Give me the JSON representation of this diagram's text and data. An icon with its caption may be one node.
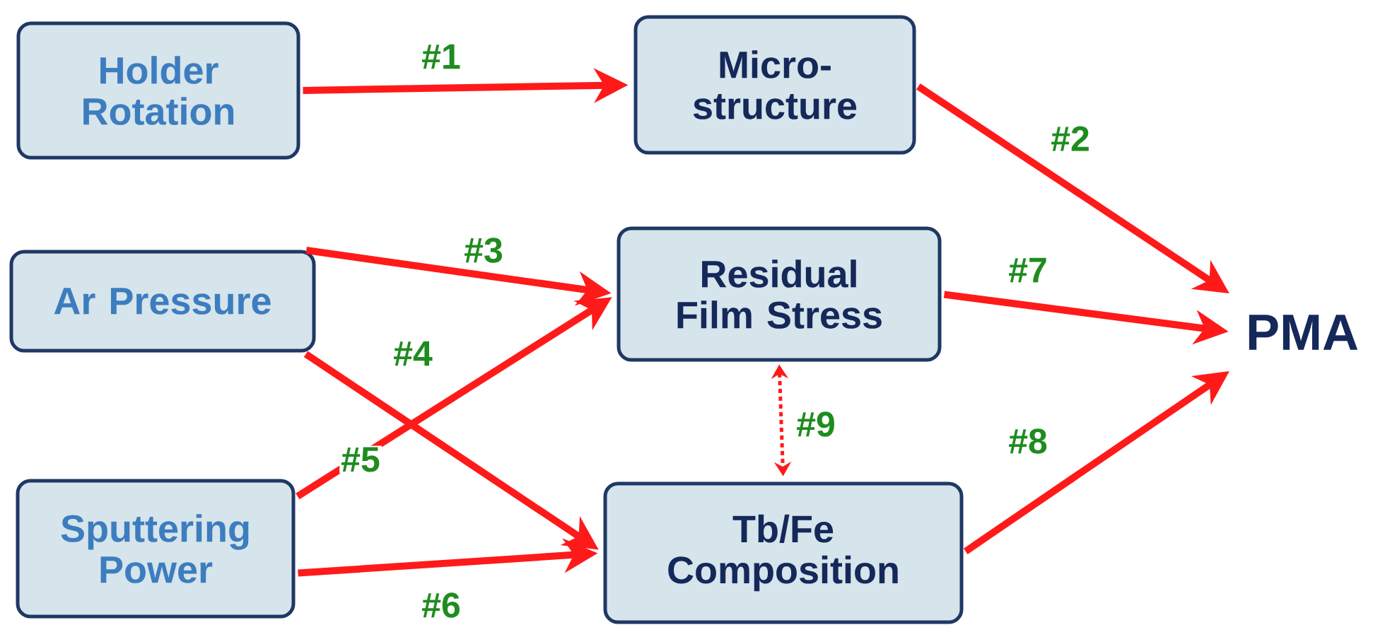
{
  "diagram": {
    "nodes": [
      {
        "text": [
          "Holder Rotation"
        ]
      },
      {
        "text": [
          "Micro- structure"
        ]
      },
      {
        "text": [
          "Ar Pressure"
        ]
      },
      {
        "text": [
          "Residual Film Stress"
        ]
      },
      {
        "text": [
          "Sputtering Power"
        ]
      },
      {
        "text": [
          "Tb/Fe Composition"
        ]
      },
      {
        "text": [
          "PMA"
        ]
      }
    ],
    "edges": [
      {
        "from": 0,
        "to": 1,
        "arrow": "to",
        "label": "#1"
      },
      {
        "from": 1,
        "to": 6,
        "arrow": "to",
        "label": "#2"
      },
      {
        "from": 2,
        "to": 3,
        "arrow": "to",
        "label": "#3"
      },
      {
        "from": 2,
        "to": 5,
        "arrow": "to",
        "label": "#4"
      },
      {
        "from": 4,
        "to": 3,
        "arrow": "to",
        "label": "#5"
      },
      {
        "from": 4,
        "to": 5,
        "arrow": "to",
        "label": "#6"
      },
      {
        "from": 3,
        "to": 6,
        "arrow": "to",
        "label": "#7"
      },
      {
        "from": 5,
        "to": 6,
        "arrow": "to",
        "label": "#8"
      },
      {
        "from": 3,
        "to": 5,
        "arrow": "both",
        "label": "#9",
        "style": "dashed"
      }
    ]
  }
}
